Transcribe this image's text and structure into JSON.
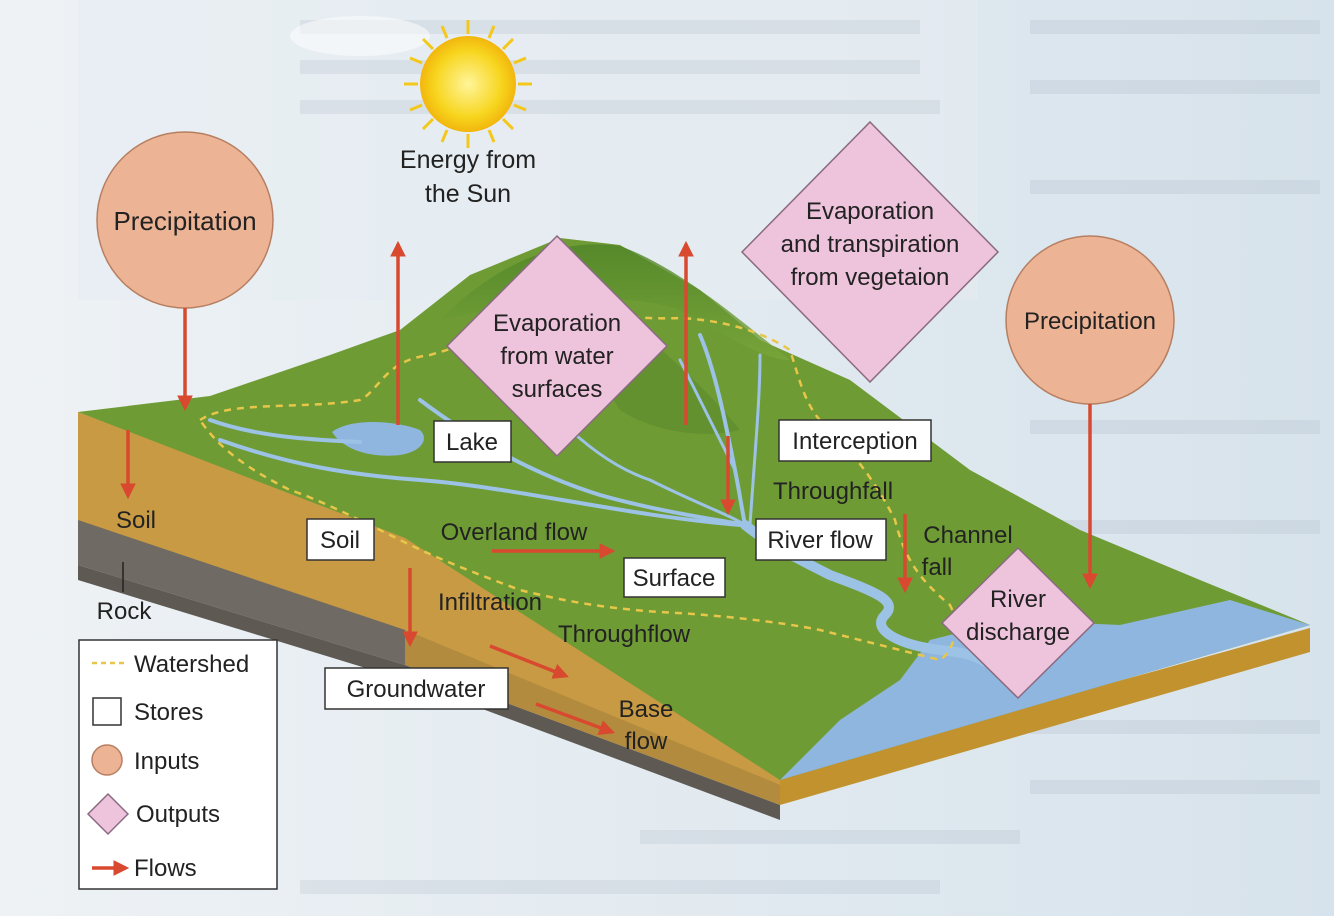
{
  "inputs": {
    "precipitation_left": "Precipitation",
    "precipitation_right": "Precipitation"
  },
  "sun": {
    "label_line1": "Energy from",
    "label_line2": "the Sun"
  },
  "outputs": {
    "evaporation_water_line1": "Evaporation",
    "evaporation_water_line2": "from water",
    "evaporation_water_line3": "surfaces",
    "evapotranspiration_line1": "Evaporation",
    "evapotranspiration_line2": "and transpiration",
    "evapotranspiration_line3": "from vegetaion",
    "river_discharge_line1": "River",
    "river_discharge_line2": "discharge"
  },
  "stores": {
    "lake": "Lake",
    "interception": "Interception",
    "soil": "Soil",
    "surface": "Surface",
    "river_flow": "River flow",
    "groundwater": "Groundwater"
  },
  "flows": {
    "throughfall": "Throughfall",
    "channel_fall_line1": "Channel",
    "channel_fall_line2": "fall",
    "overland_flow": "Overland flow",
    "infiltration": "Infiltration",
    "throughflow": "Throughflow",
    "base_flow_line1": "Base",
    "base_flow_line2": "flow"
  },
  "cross_section": {
    "soil": "Soil",
    "rock": "Rock"
  },
  "legend": {
    "watershed": "Watershed",
    "stores": "Stores",
    "inputs": "Inputs",
    "outputs": "Outputs",
    "flows": "Flows"
  },
  "colors": {
    "input_fill": "#edb395",
    "output_fill": "#eec3dc",
    "flow_arrow": "#d8492f",
    "watershed": "#e7c64a",
    "terrain": "#6f9b35",
    "water": "#8fb6de",
    "soil": "#c79a43"
  }
}
